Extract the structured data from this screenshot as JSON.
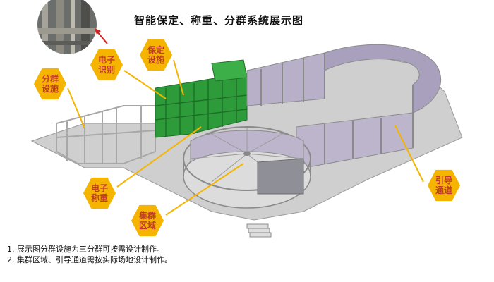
{
  "title": "智能保定、称重、分群系统展示图",
  "labels": {
    "sorting_facility": "分群设施",
    "electronic_id": "电子识别",
    "restraint_facility": "保定设施",
    "electronic_weighing": "电子称重",
    "gathering_area": "集群区域",
    "guide_channel": "引导通道"
  },
  "notes": [
    "1. 展示图分群设施为三分群可按需设计制作。",
    "2. 集群区域、引导通道需按实际场地设计制作。"
  ],
  "colors": {
    "label_fill": "#f4b400",
    "label_text": "#c0392b",
    "leader_line": "#f4b400",
    "restraint_green": "#2e9b3a",
    "floor": "#cfcfcf",
    "panel": "#b8b0c8",
    "arrow": "#d62020"
  }
}
